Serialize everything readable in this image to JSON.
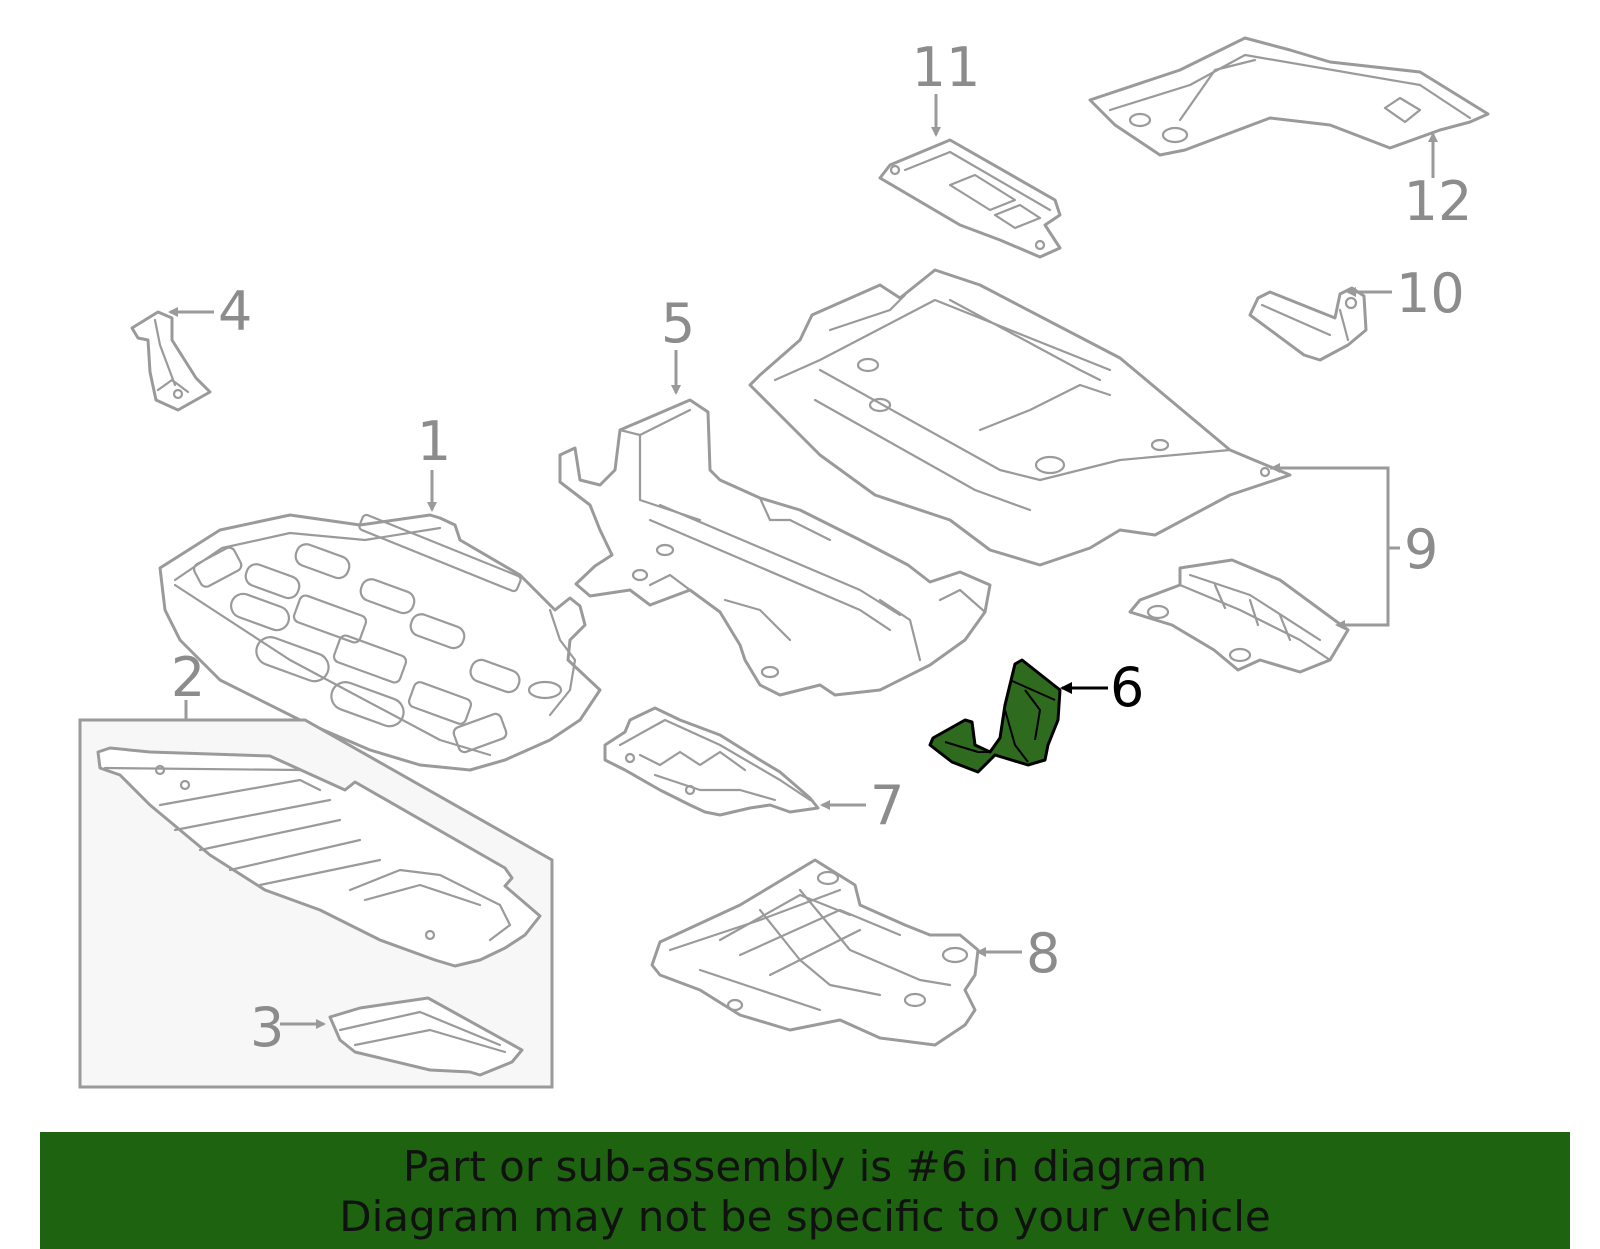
{
  "diagram": {
    "callouts": {
      "c1": "1",
      "c2": "2",
      "c3": "3",
      "c4": "4",
      "c5": "5",
      "c6": "6",
      "c7": "7",
      "c8": "8",
      "c9": "9",
      "c10": "10",
      "c11": "11",
      "c12": "12"
    },
    "highlighted_part": "6",
    "colors": {
      "highlight_fill": "#2e6b1f",
      "line": "#9a9a9a",
      "banner": "#1e6410"
    }
  },
  "banner": {
    "line1": "Part or sub-assembly is #6 in diagram",
    "line2": "Diagram may not be specific to your vehicle"
  }
}
